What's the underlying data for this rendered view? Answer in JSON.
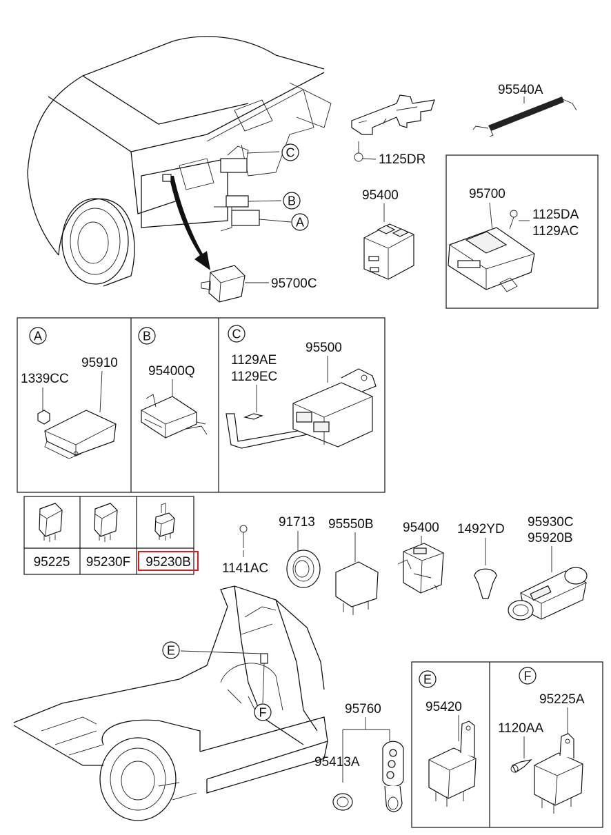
{
  "callouts": {
    "A": "A",
    "B": "B",
    "C": "C",
    "E": "E",
    "F": "F"
  },
  "parts": {
    "p95540A": "95540A",
    "p1125DR": "1125DR",
    "p95400_top": "95400",
    "p95700": "95700",
    "p1125DA": "1125DA",
    "p1129AC": "1129AC",
    "p95700C": "95700C",
    "p1339CC": "1339CC",
    "p95910": "95910",
    "p95400Q": "95400Q",
    "p1129AE": "1129AE",
    "p1129EC": "1129EC",
    "p95500": "95500",
    "p95225": "95225",
    "p95230F": "95230F",
    "p95230B": "95230B",
    "p1141AC": "1141AC",
    "p91713": "91713",
    "p95550B": "95550B",
    "p95400_mid": "95400",
    "p1492YD": "1492YD",
    "p95930C": "95930C",
    "p95920B": "95920B",
    "p95760": "95760",
    "p95413A": "95413A",
    "p95420": "95420",
    "p1120AA": "1120AA",
    "p95225A": "95225A"
  },
  "highlighted_part": "95230B",
  "colors": {
    "highlight": "#e01a1a",
    "ink": "#111111"
  }
}
